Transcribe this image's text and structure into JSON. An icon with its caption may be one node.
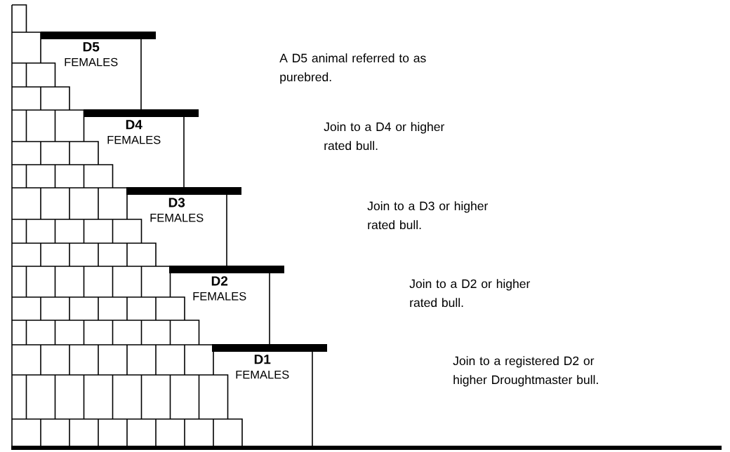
{
  "diagram": {
    "nodes": [
      {
        "text": [
          "D5",
          "FEMALES"
        ]
      },
      {
        "text": [
          "D4",
          "FEMALES"
        ]
      },
      {
        "text": [
          "D3",
          "FEMALES"
        ]
      },
      {
        "text": [
          "D2",
          "FEMALES"
        ]
      },
      {
        "text": [
          "D1",
          "FEMALES"
        ]
      }
    ],
    "labels": [
      "A D5 animal referred to as purebred.",
      "Join to a D4 or higher rated bull.",
      "Join to a D3 or higher rated bull.",
      "Join to a D2 or higher rated bull.",
      "Join to a registered D2 or higher Droughtmaster bull."
    ]
  }
}
